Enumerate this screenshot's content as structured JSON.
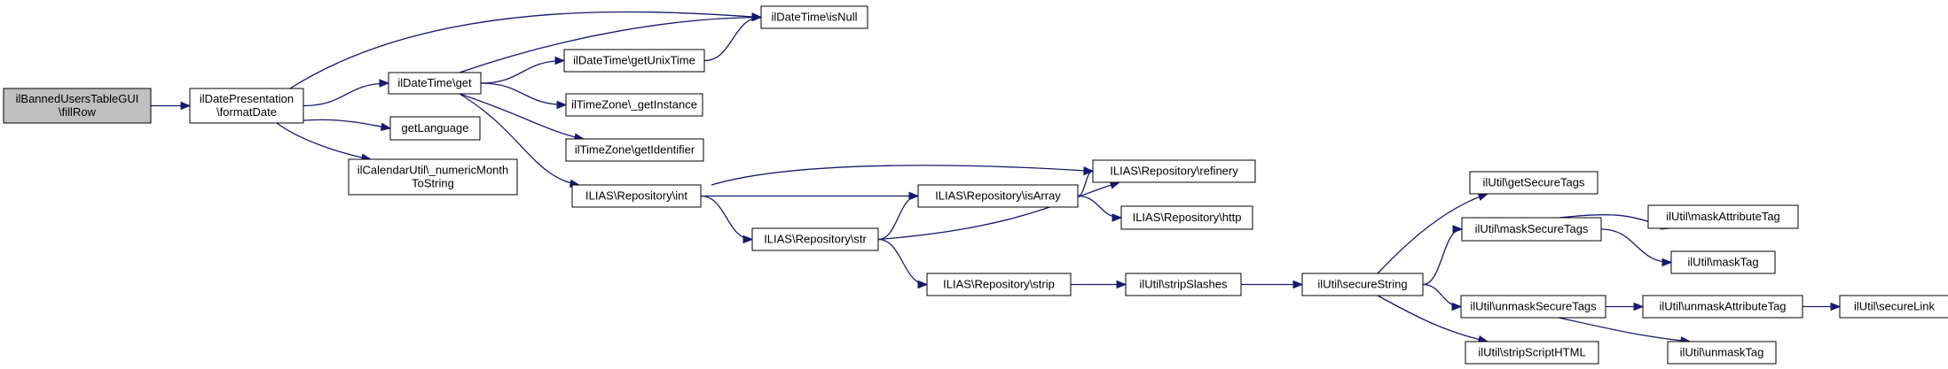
{
  "graph": {
    "edge_color": "#191970",
    "root_fill": "#bfbfbf",
    "nodes": [
      {
        "id": "fillRow",
        "lines": [
          "ilBannedUsersTableGUI",
          "\\fillRow"
        ],
        "root": true
      },
      {
        "id": "formatDate",
        "lines": [
          "ilDatePresentation",
          "\\formatDate"
        ]
      },
      {
        "id": "dt_isNull",
        "lines": [
          "ilDateTime\\isNull"
        ]
      },
      {
        "id": "dt_get",
        "lines": [
          "ilDateTime\\get"
        ]
      },
      {
        "id": "getLanguage",
        "lines": [
          "getLanguage"
        ]
      },
      {
        "id": "numericMonth",
        "lines": [
          "ilCalendarUtil\\_numericMonth",
          "ToString"
        ]
      },
      {
        "id": "dt_getUnixTime",
        "lines": [
          "ilDateTime\\getUnixTime"
        ]
      },
      {
        "id": "tz_getInstance",
        "lines": [
          "ilTimeZone\\_getInstance"
        ]
      },
      {
        "id": "tz_getIdentifier",
        "lines": [
          "ilTimeZone\\getIdentifier"
        ]
      },
      {
        "id": "repo_int",
        "lines": [
          "ILIAS\\Repository\\int"
        ]
      },
      {
        "id": "repo_str",
        "lines": [
          "ILIAS\\Repository\\str"
        ]
      },
      {
        "id": "repo_refinery",
        "lines": [
          "ILIAS\\Repository\\refinery"
        ]
      },
      {
        "id": "repo_isArray",
        "lines": [
          "ILIAS\\Repository\\isArray"
        ]
      },
      {
        "id": "repo_http",
        "lines": [
          "ILIAS\\Repository\\http"
        ]
      },
      {
        "id": "repo_strip",
        "lines": [
          "ILIAS\\Repository\\strip"
        ]
      },
      {
        "id": "stripSlashes",
        "lines": [
          "ilUtil\\stripSlashes"
        ]
      },
      {
        "id": "secureString",
        "lines": [
          "ilUtil\\secureString"
        ]
      },
      {
        "id": "getSecureTags",
        "lines": [
          "ilUtil\\getSecureTags"
        ]
      },
      {
        "id": "maskSecureTags",
        "lines": [
          "ilUtil\\maskSecureTags"
        ]
      },
      {
        "id": "unmaskSecureTags",
        "lines": [
          "ilUtil\\unmaskSecureTags"
        ]
      },
      {
        "id": "stripScriptHTML",
        "lines": [
          "ilUtil\\stripScriptHTML"
        ]
      },
      {
        "id": "maskAttributeTag",
        "lines": [
          "ilUtil\\maskAttributeTag"
        ]
      },
      {
        "id": "maskTag",
        "lines": [
          "ilUtil\\maskTag"
        ]
      },
      {
        "id": "unmaskAttributeTag",
        "lines": [
          "ilUtil\\unmaskAttributeTag"
        ]
      },
      {
        "id": "unmaskTag",
        "lines": [
          "ilUtil\\unmaskTag"
        ]
      },
      {
        "id": "secureLink",
        "lines": [
          "ilUtil\\secureLink"
        ]
      }
    ],
    "edges": [
      [
        "fillRow",
        "formatDate"
      ],
      [
        "formatDate",
        "dt_isNull"
      ],
      [
        "formatDate",
        "dt_get"
      ],
      [
        "formatDate",
        "getLanguage"
      ],
      [
        "formatDate",
        "numericMonth"
      ],
      [
        "dt_get",
        "dt_isNull"
      ],
      [
        "dt_get",
        "dt_getUnixTime"
      ],
      [
        "dt_get",
        "tz_getInstance"
      ],
      [
        "dt_get",
        "tz_getIdentifier"
      ],
      [
        "dt_get",
        "repo_int"
      ],
      [
        "dt_getUnixTime",
        "dt_isNull"
      ],
      [
        "repo_int",
        "repo_refinery"
      ],
      [
        "repo_int",
        "repo_isArray"
      ],
      [
        "repo_int",
        "repo_str"
      ],
      [
        "repo_isArray",
        "repo_refinery"
      ],
      [
        "repo_isArray",
        "repo_http"
      ],
      [
        "repo_str",
        "repo_refinery"
      ],
      [
        "repo_str",
        "repo_isArray"
      ],
      [
        "repo_str",
        "repo_strip"
      ],
      [
        "repo_strip",
        "stripSlashes"
      ],
      [
        "stripSlashes",
        "secureString"
      ],
      [
        "secureString",
        "getSecureTags"
      ],
      [
        "secureString",
        "maskSecureTags"
      ],
      [
        "secureString",
        "unmaskSecureTags"
      ],
      [
        "secureString",
        "stripScriptHTML"
      ],
      [
        "maskSecureTags",
        "maskAttributeTag"
      ],
      [
        "maskSecureTags",
        "maskTag"
      ],
      [
        "unmaskSecureTags",
        "unmaskAttributeTag"
      ],
      [
        "unmaskSecureTags",
        "unmaskTag"
      ],
      [
        "unmaskAttributeTag",
        "secureLink"
      ]
    ]
  }
}
